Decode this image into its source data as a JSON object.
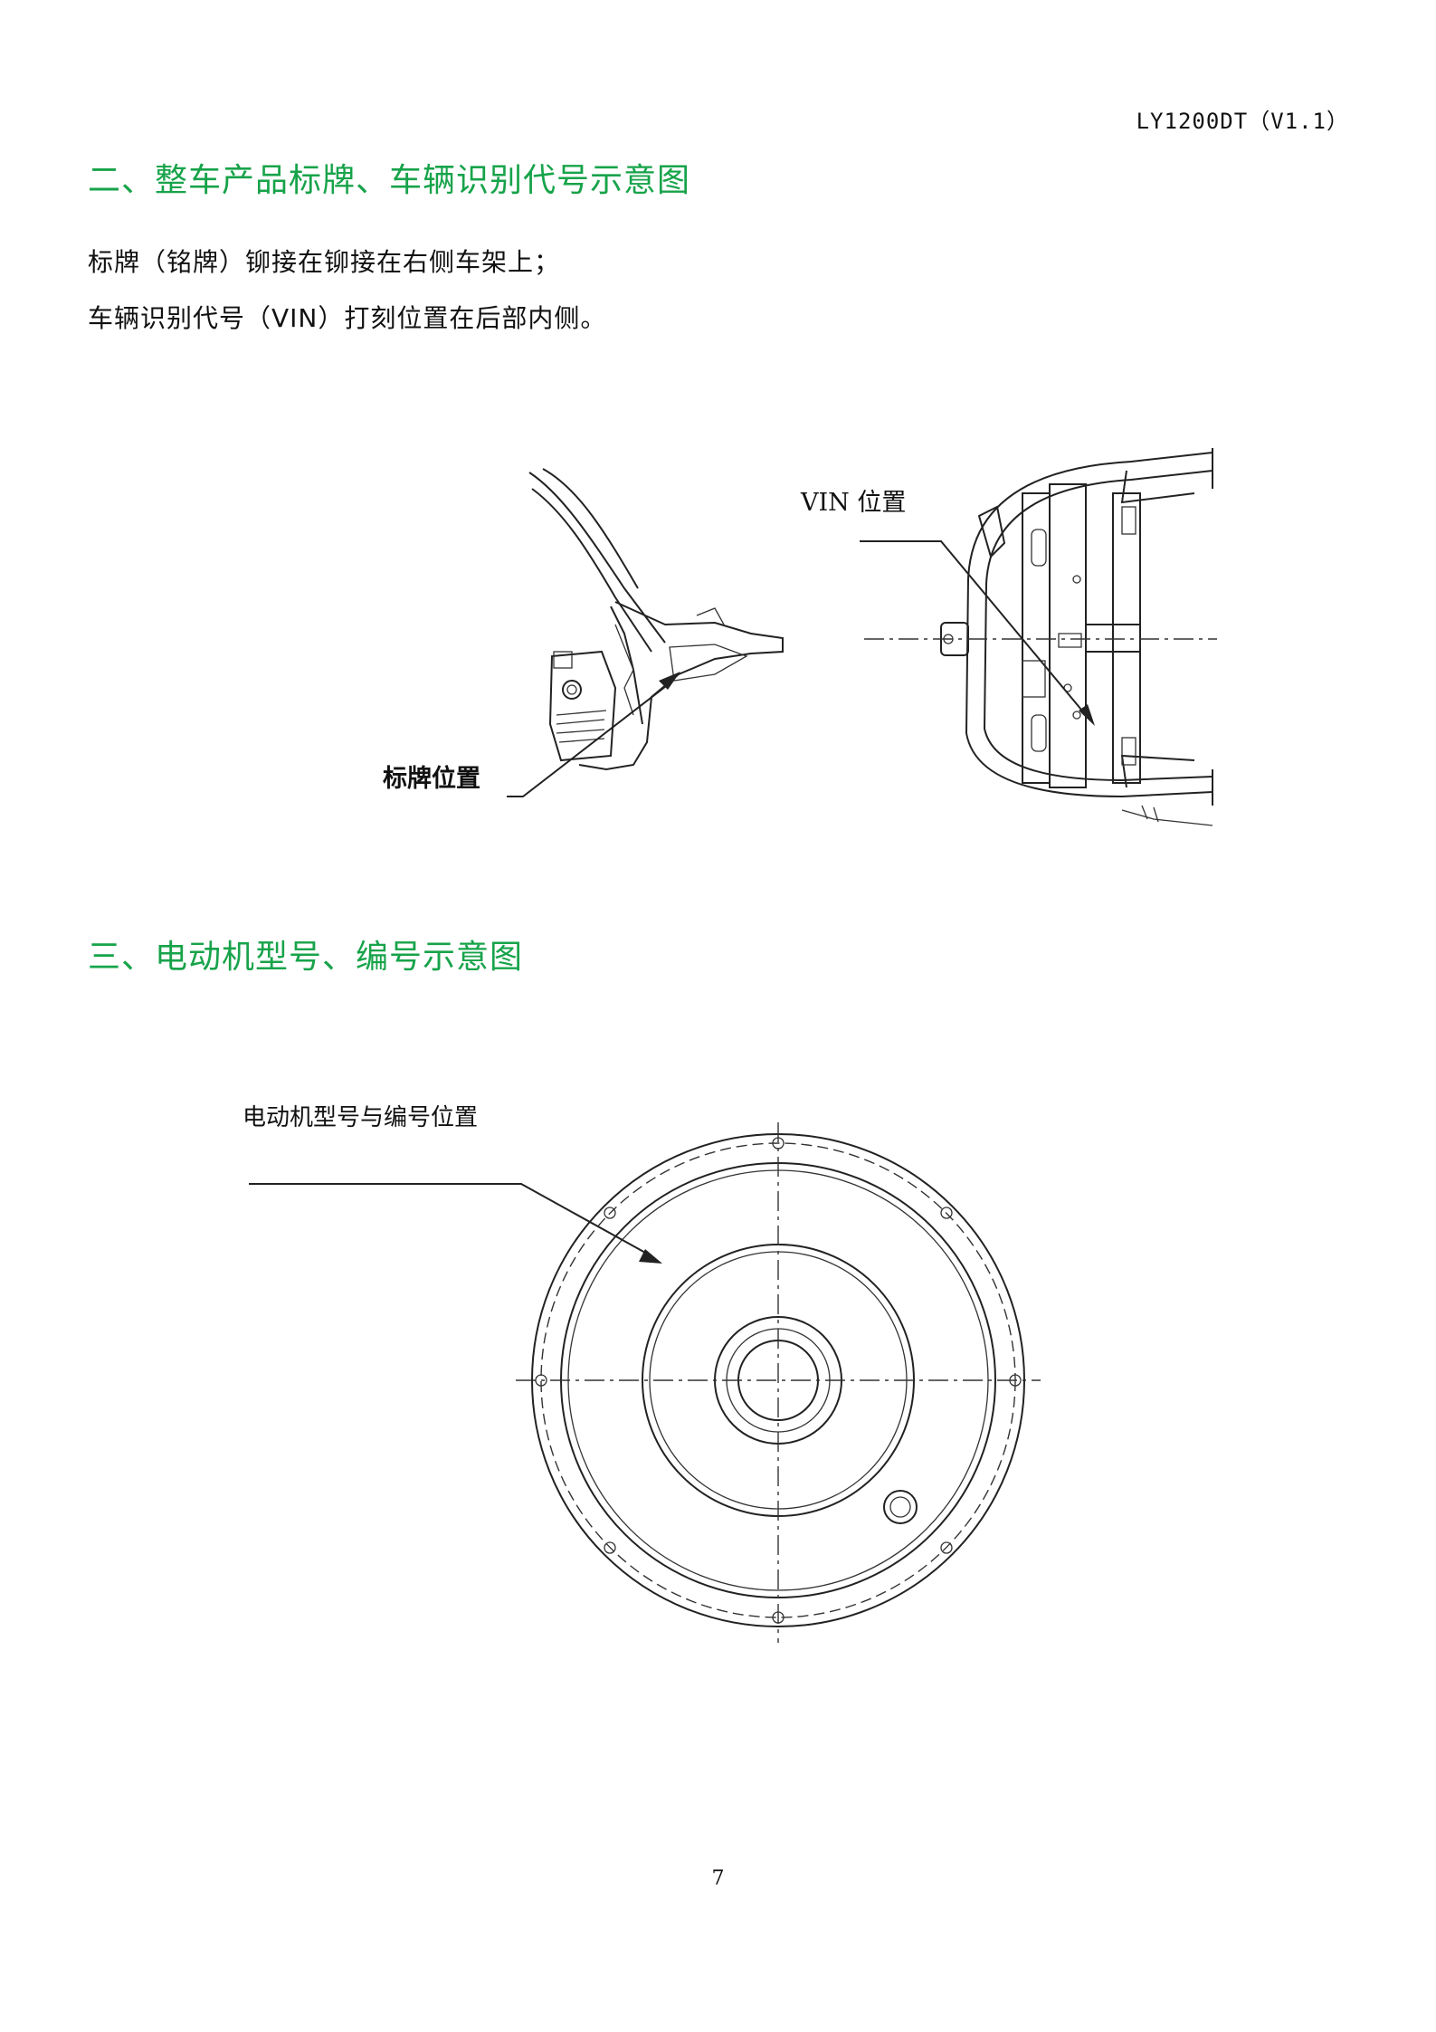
{
  "header": {
    "doc_code": "LY1200DT（V1.1）"
  },
  "section2": {
    "heading": "二、整车产品标牌、车辆识别代号示意图",
    "lines": [
      "标牌（铭牌）铆接在铆接在右侧车架上；",
      "车辆识别代号（VIN）打刻位置在后部内侧。"
    ],
    "figure": {
      "nameplate_label": "标牌位置",
      "vin_label": "VIN 位置"
    }
  },
  "section3": {
    "heading": "三、电动机型号、编号示意图",
    "figure": {
      "motor_label": "电动机型号与编号位置"
    }
  },
  "footer": {
    "page_number": "7"
  }
}
